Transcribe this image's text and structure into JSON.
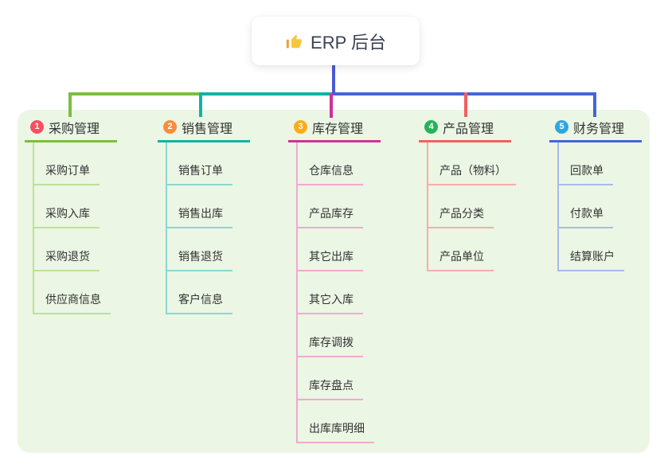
{
  "page": {
    "background": "#ffffff",
    "panel_background": "#EBF6E4",
    "text_color": "#333333"
  },
  "root": {
    "label": "ERP 后台",
    "icon": "thumbs-up-icon",
    "icon_color": "#F8C63A"
  },
  "connectors": {
    "trunk": "#4A5BD6",
    "green_horizontal": "#7CBE42",
    "teal_horizontal": "#12B2A6",
    "blue_horizontal": "#4267D6",
    "green_drop": "#7CBE42",
    "teal_drop": "#12B2A6",
    "pink_drop": "#CD3298",
    "red_drop": "#F2605F",
    "blue_drop": "#4267D6"
  },
  "branches": [
    {
      "badge": "1",
      "label": "采购管理",
      "colors": {
        "badge": "#F55061",
        "line": "#7CBE42",
        "child_line": "#BCE29B"
      },
      "children": [
        "采购订单",
        "采购入库",
        "采购退货",
        "供应商信息"
      ]
    },
    {
      "badge": "2",
      "label": "销售管理",
      "colors": {
        "badge": "#FA8C3E",
        "line": "#12B2A6",
        "child_line": "#8BD7D0"
      },
      "children": [
        "销售订单",
        "销售出库",
        "销售退货",
        "客户信息"
      ]
    },
    {
      "badge": "3",
      "label": "库存管理",
      "colors": {
        "badge": "#FAAD14",
        "line": "#CD3298",
        "child_line": "#F2A8D0"
      },
      "children": [
        "仓库信息",
        "产品库存",
        "其它出库",
        "其它入库",
        "库存调拨",
        "库存盘点",
        "出库库明细"
      ]
    },
    {
      "badge": "4",
      "label": "产品管理",
      "colors": {
        "badge": "#28B15B",
        "line": "#F2605F",
        "child_line": "#F8ACAC"
      },
      "children": [
        "产品（物料）",
        "产品分类",
        "产品单位"
      ]
    },
    {
      "badge": "5",
      "label": "财务管理",
      "colors": {
        "badge": "#2EA7E0",
        "line": "#4267D6",
        "child_line": "#A6BCEA"
      },
      "children": [
        "回款单",
        "付款单",
        "结算账户"
      ]
    }
  ]
}
